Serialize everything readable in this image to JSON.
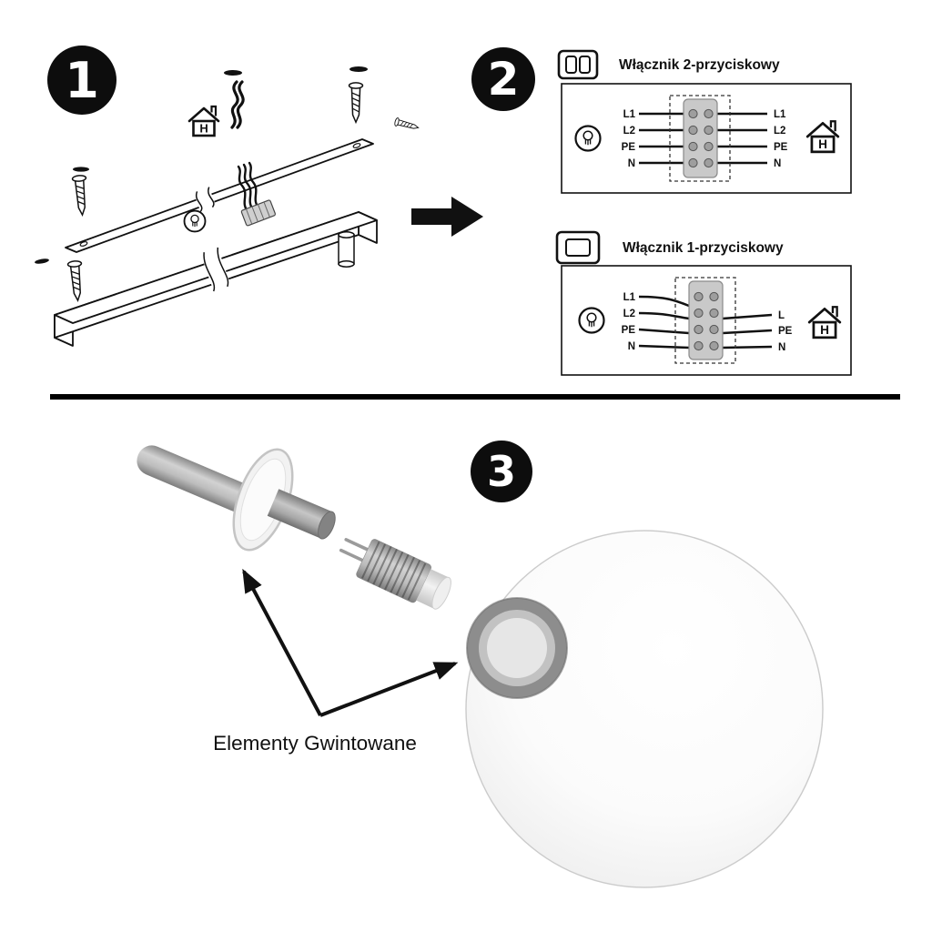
{
  "steps": {
    "one": "1",
    "two": "2",
    "three": "3"
  },
  "wiring_two_button": {
    "title": "Włącznik 2-przyciskowy",
    "left_labels": [
      "L1",
      "L2",
      "PE",
      "N"
    ],
    "right_labels": [
      "L1",
      "L2",
      "PE",
      "N"
    ],
    "house_letter": "H"
  },
  "wiring_one_button": {
    "title": "Włącznik 1-przyciskowy",
    "left_labels": [
      "L1",
      "L2",
      "PE",
      "N"
    ],
    "right_labels": [
      "L",
      "PE",
      "N"
    ],
    "house_letter": "H"
  },
  "step1": {
    "house_letter": "H"
  },
  "bottom": {
    "caption": "Elementy Gwintowane"
  },
  "colors": {
    "ink": "#111111",
    "metal_grey": "#9a9a9a",
    "ring_grey": "#8f8f8f"
  }
}
